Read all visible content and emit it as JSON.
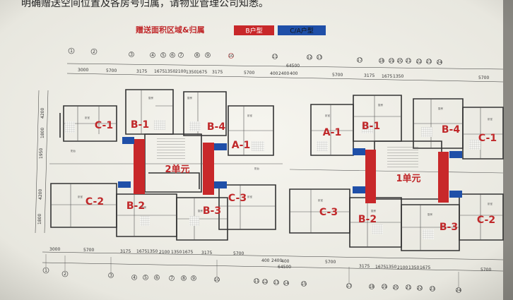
{
  "header_note": "明确赠送空间位置及各房号归属，请物业管理公司知悉。",
  "legend": {
    "title": "赠送面积区域&归属",
    "b_label": "B户型",
    "ca_label": "C/A户型",
    "b_color": "#c8282a",
    "ca_color": "#1f4fa8"
  },
  "stair_labels": {
    "unit2": "2单元",
    "unit1": "1单元"
  },
  "units": {
    "c1_left": "C-1",
    "b1_left": "B-1",
    "b4_left": "B-4",
    "a1_left": "A-1",
    "c2_left": "C-2",
    "b2_left": "B-2",
    "b3_left": "B-3",
    "c3_left": "C-3",
    "a1_right": "A-1",
    "b1_right": "B-1",
    "b4_right": "B-4",
    "c1_right": "C-1",
    "c3_right": "C-3",
    "b2_right": "B-2",
    "b3_right": "B-3",
    "c2_right": "C-2"
  },
  "top_dims": {
    "total": "64500",
    "d1": "3000",
    "d2": "5700",
    "d3": "3175",
    "d4": "1675",
    "d5": "1350",
    "d6": "2100",
    "d7": "1350",
    "d8": "1675",
    "d9": "3175",
    "d10": "5700",
    "d11": "400",
    "d12": "2400",
    "d13": "400",
    "d14": "5700",
    "d15": "3175",
    "d16": "1675",
    "d17": "1350",
    "d18": "5700"
  },
  "bottom_dims": {
    "total": "64500",
    "d1": "3000",
    "d2": "5700",
    "d3": "3175",
    "d4": "1675",
    "d5": "1350",
    "d6": "2100",
    "d7": "1350",
    "d8": "1675",
    "d9": "3175",
    "d10": "5700",
    "d11": "400",
    "d12": "2400",
    "d13": "400",
    "d14": "5700",
    "d15": "3175",
    "d16": "1675",
    "d17": "1350",
    "d18": "2100",
    "d19": "1350",
    "d20": "1675",
    "d21": "5700"
  },
  "side_dims": {
    "s1": "4200",
    "s2": "1800",
    "s3": "1950",
    "s4": "4200",
    "s5": "1800"
  },
  "axis_top": [
    "1",
    "2",
    "3",
    "4",
    "5",
    "6",
    "7",
    "8",
    "9",
    "10",
    "11",
    "12",
    "13",
    "14",
    "15",
    "16",
    "17",
    "18",
    "19",
    "20",
    "21",
    "22",
    "23",
    "24"
  ],
  "axis_bottom": [
    "1",
    "2",
    "3",
    "4",
    "5",
    "6",
    "7",
    "8",
    "9",
    "10",
    "11",
    "12",
    "13",
    "14",
    "15",
    "16",
    "17",
    "18",
    "19",
    "20",
    "21",
    "22",
    "23",
    "24"
  ]
}
